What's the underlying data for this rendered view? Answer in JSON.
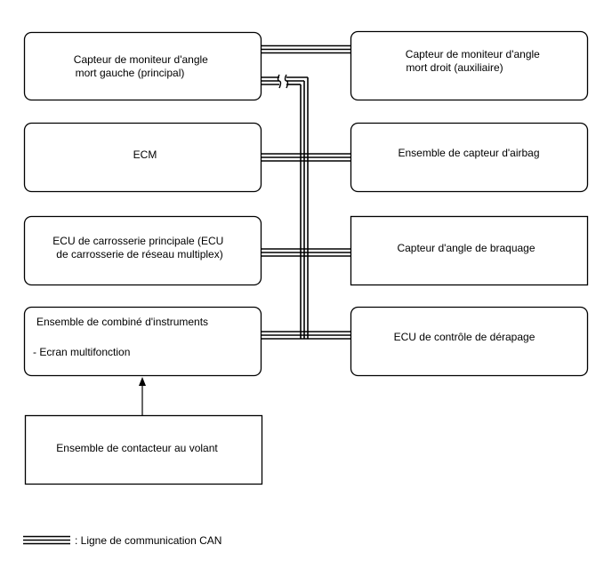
{
  "nodes": {
    "blind_spot_left": {
      "lines": [
        "Capteur de moniteur d'angle",
        "mort gauche (principal)"
      ]
    },
    "blind_spot_right": {
      "lines": [
        "Capteur de moniteur d'angle",
        "mort droit (auxiliaire)"
      ]
    },
    "ecm": {
      "lines": [
        "ECM"
      ]
    },
    "airbag": {
      "lines": [
        "Ensemble de capteur d'airbag"
      ]
    },
    "body_ecu": {
      "lines": [
        "ECU de carrosserie principale (ECU",
        "de carrosserie de réseau multiplex)"
      ]
    },
    "steering_angle": {
      "lines": [
        "Capteur d'angle de braquage"
      ]
    },
    "combination_meter": {
      "lines": [
        "Ensemble de combiné d'instruments",
        "- Ecran multifonction"
      ]
    },
    "skid_control": {
      "lines": [
        "ECU de contrôle de dérapage"
      ]
    },
    "steering_switch": {
      "lines": [
        "Ensemble de contacteur au volant"
      ]
    }
  },
  "legend": {
    "label": ": Ligne de communication CAN"
  }
}
